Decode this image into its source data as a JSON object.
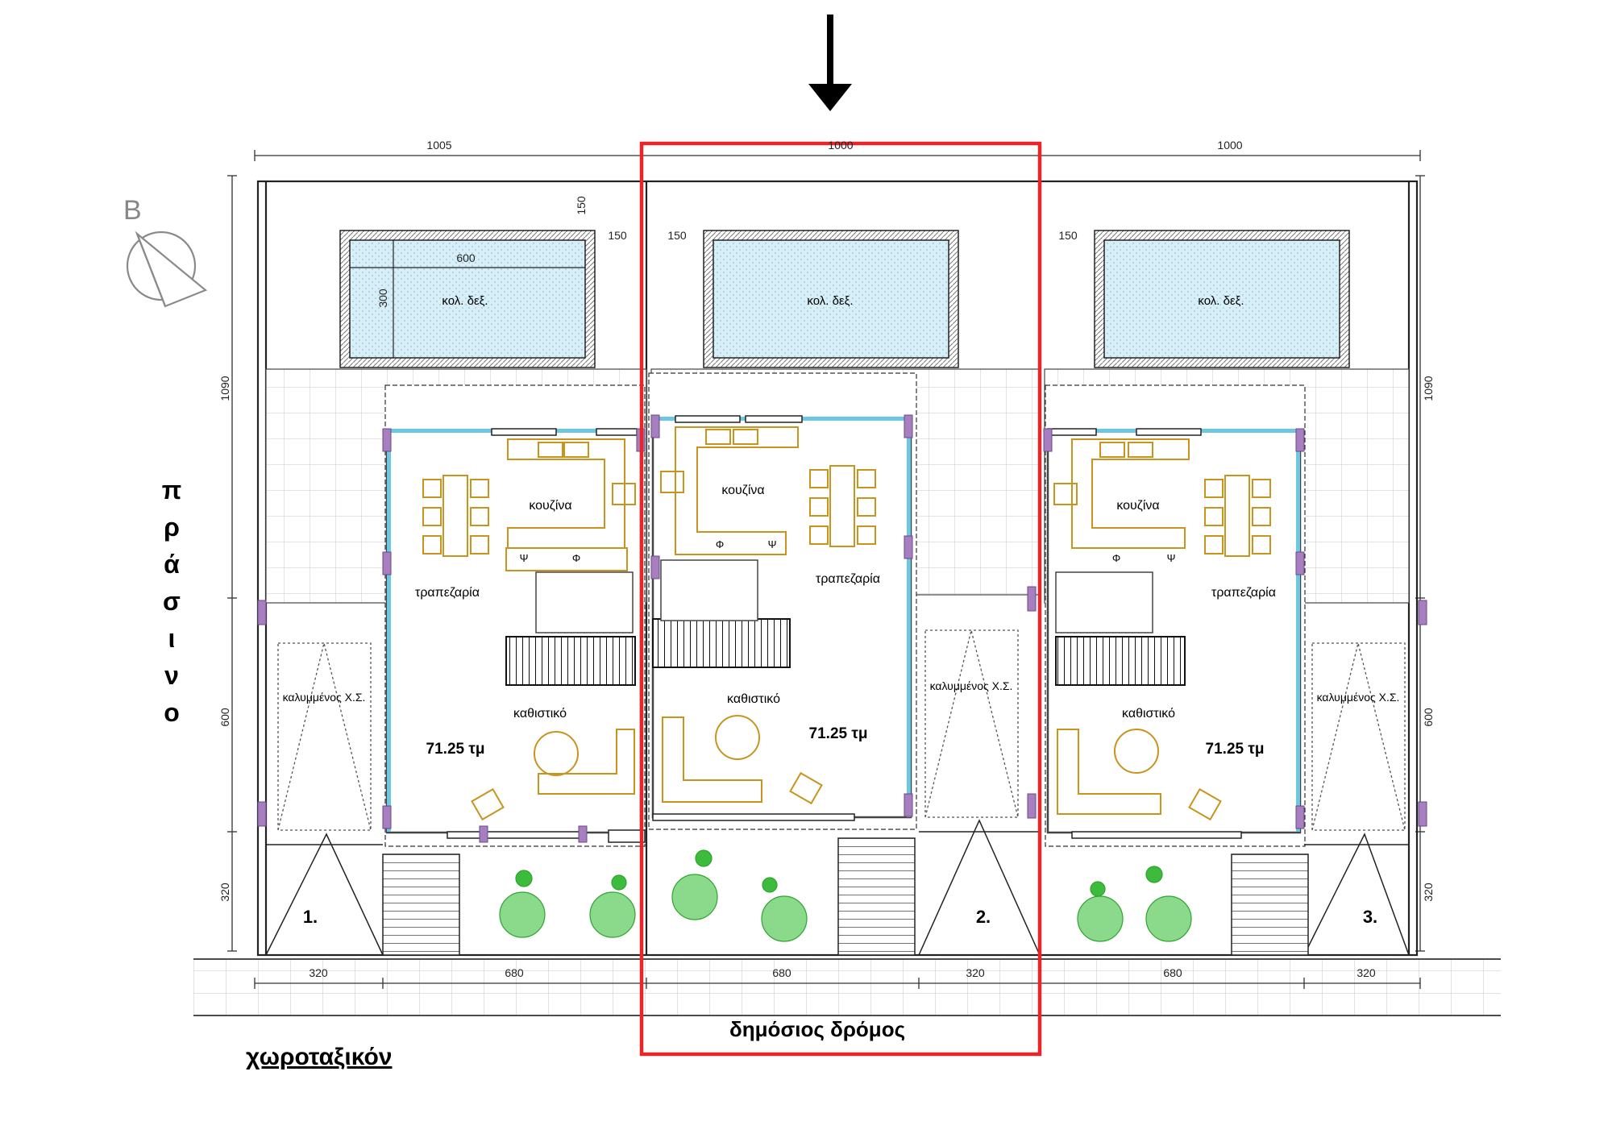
{
  "plan_title": "χωροταξικόν",
  "road_label": "δημόσιος δρόμος",
  "side_label_chars": [
    "π",
    "ρ",
    "ά",
    "σ",
    "ι",
    "ν",
    "ο"
  ],
  "north_label": "Β",
  "colors": {
    "highlight": "#e8262a",
    "furniture": "#c8941e",
    "window": "#6cc7e0",
    "column": "#a77fc0",
    "pool_fill": "#d6eef8",
    "tree": "#3dbb3d"
  },
  "dimensions": {
    "top": [
      "1005",
      "1000",
      "1000"
    ],
    "left_height": "1090",
    "right_height": "1090",
    "left_mid": "600",
    "right_mid": "600",
    "left_bottom": "320",
    "right_bottom": "320",
    "bottom": [
      "320",
      "680",
      "680",
      "320",
      "680",
      "320"
    ],
    "pool_width": "600",
    "pool_height": "300",
    "setback_vertical": "150",
    "setback": [
      "150",
      "150",
      "150"
    ]
  },
  "units": [
    {
      "number": "1.",
      "pool": "κολ. δεξ.",
      "kitchen": "κουζίνα",
      "dining": "τραπεζαρία",
      "living": "καθιστικό",
      "area": "71.25 τμ",
      "parking": "καλυμμένος Χ.Σ.",
      "fixtures": [
        "Ψ",
        "Φ"
      ]
    },
    {
      "number": "2.",
      "pool": "κολ. δεξ.",
      "kitchen": "κουζίνα",
      "dining": "τραπεζαρία",
      "living": "καθιστικό",
      "area": "71.25 τμ",
      "parking": "καλυμμένος Χ.Σ.",
      "fixtures": [
        "Φ",
        "Ψ"
      ]
    },
    {
      "number": "3.",
      "pool": "κολ. δεξ.",
      "kitchen": "κουζίνα",
      "dining": "τραπεζαρία",
      "living": "καθιστικό",
      "area": "71.25 τμ",
      "parking": "καλυμμένος Χ.Σ.",
      "fixtures": [
        "Φ",
        "Ψ"
      ]
    }
  ]
}
